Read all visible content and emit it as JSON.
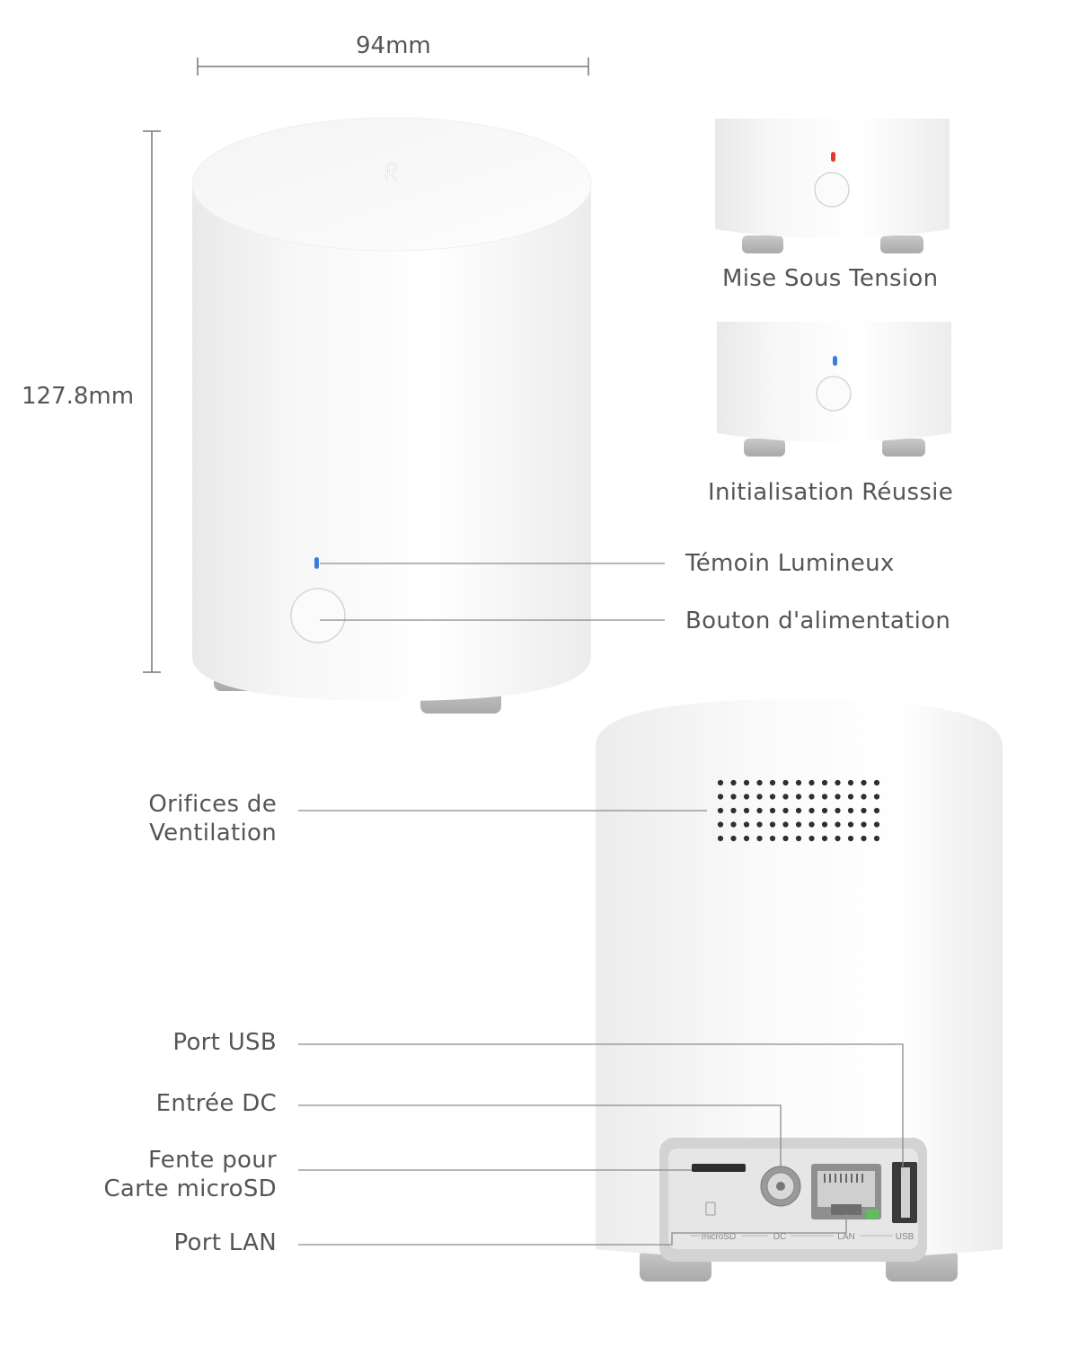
{
  "dimensions": {
    "width": "94mm",
    "height": "127.8mm"
  },
  "states": [
    {
      "label": "Mise Sous Tension",
      "led_color": "#e23b2e"
    },
    {
      "label": "Initialisation Réussie",
      "led_color": "#3b7be0"
    }
  ],
  "front_callouts": {
    "indicator": "Témoin Lumineux",
    "power_button": "Bouton d'alimentation"
  },
  "back_callouts": {
    "vents_line1": "Orifices de",
    "vents_line2": "Ventilation",
    "usb": "Port USB",
    "dc": "Entrée DC",
    "sd_line1": "Fente pour",
    "sd_line2": "Carte microSD",
    "lan": "Port LAN"
  },
  "port_labels": {
    "microsd": "microSD",
    "dc": "DC",
    "lan": "LAN",
    "usb": "USB"
  },
  "colors": {
    "indicator_blue": "#3b7be0",
    "indicator_red": "#e23b2e",
    "text": "#555555",
    "leader": "#8a8a8a"
  }
}
